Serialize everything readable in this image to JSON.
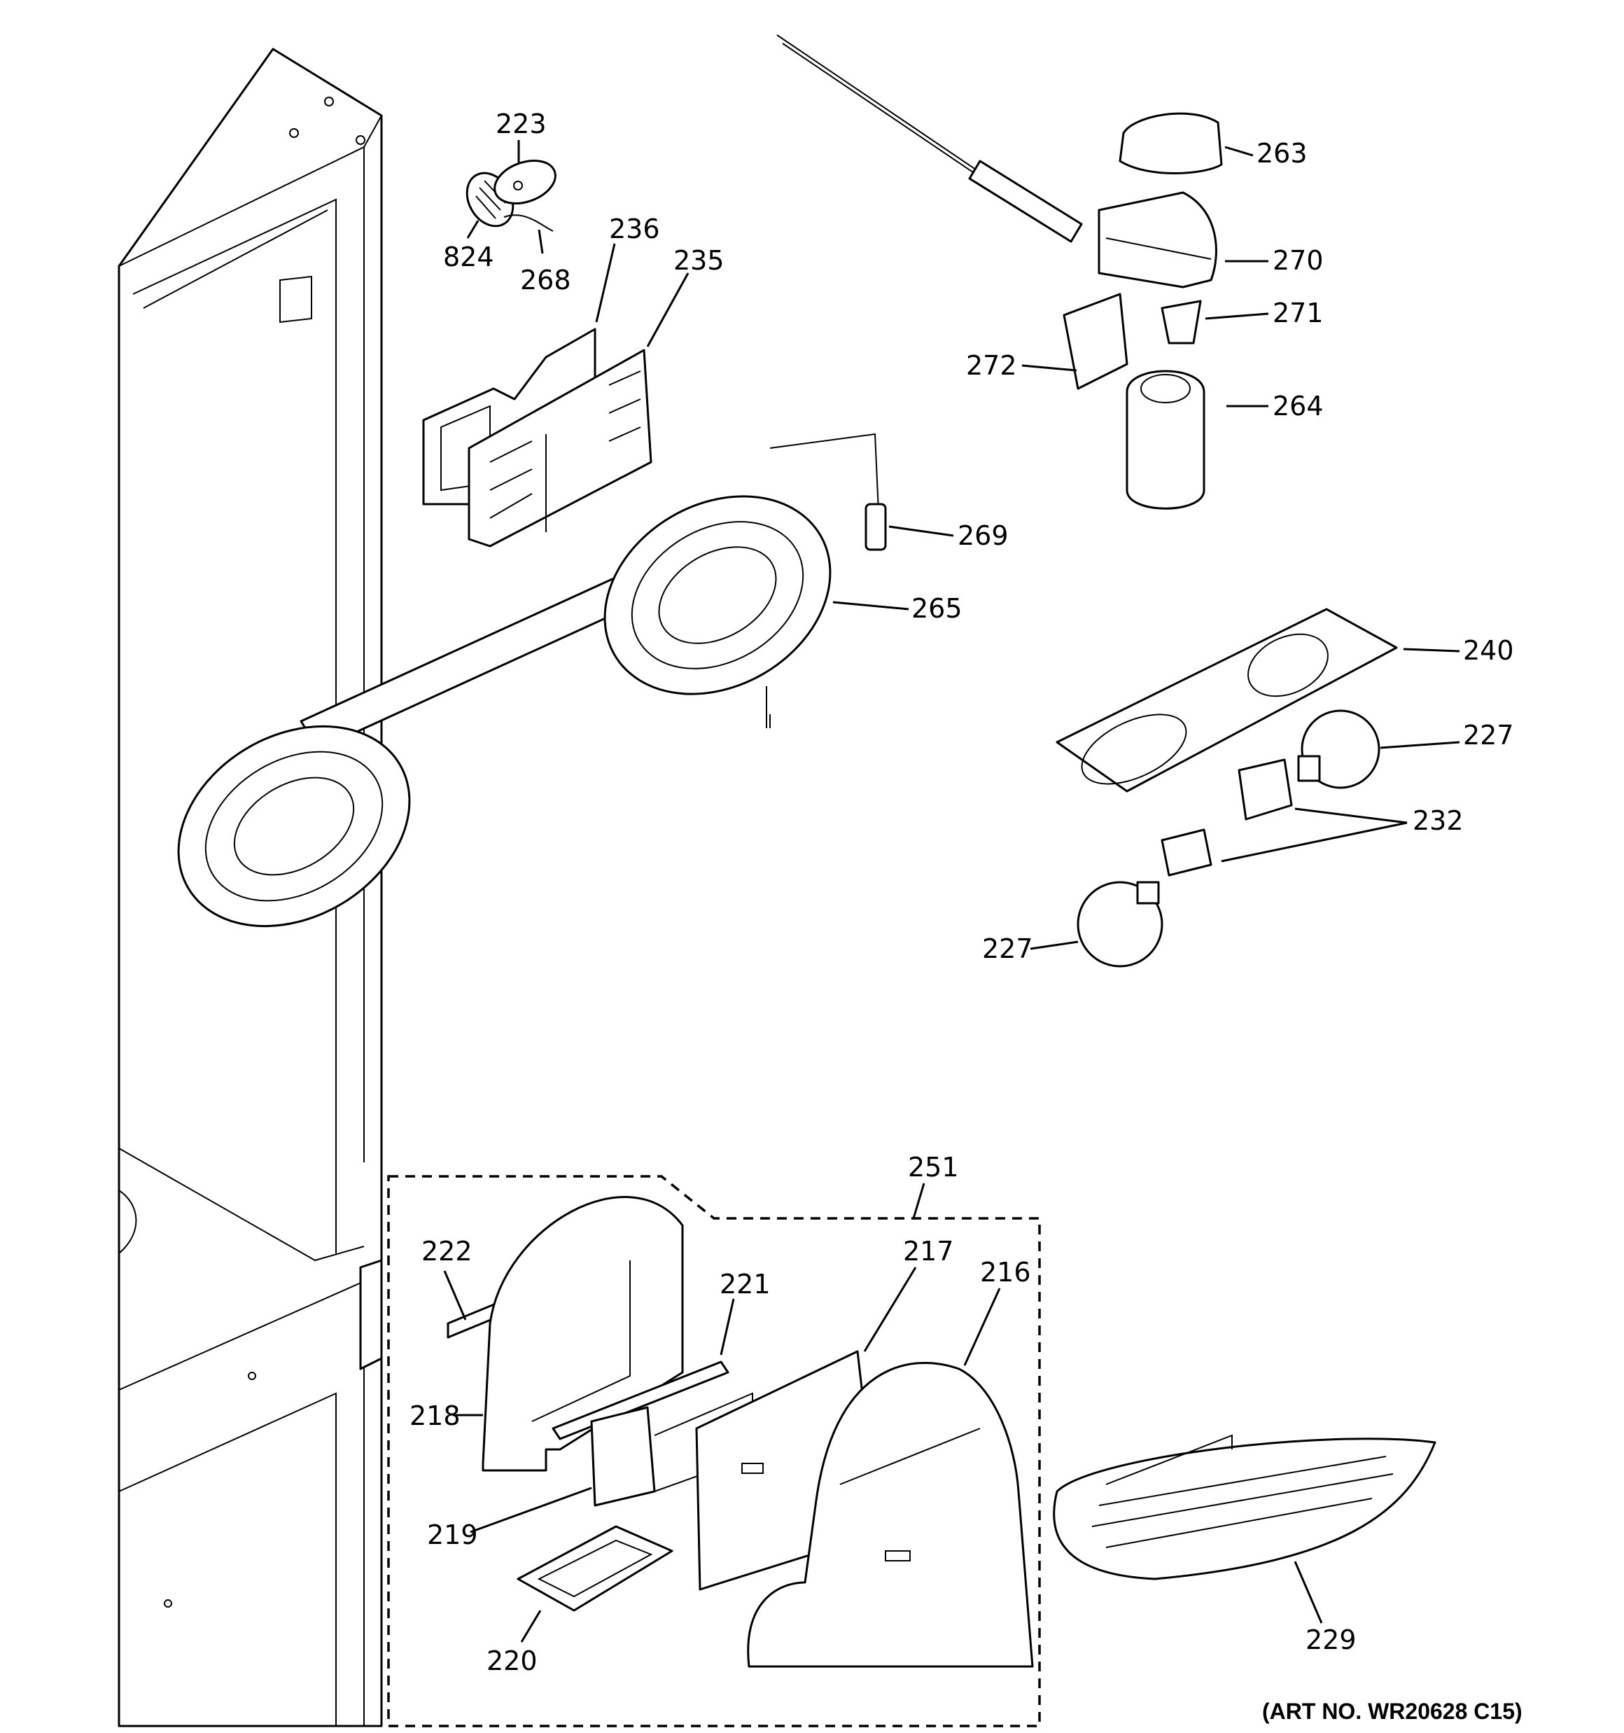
{
  "diagram": {
    "labels": {
      "p223": "223",
      "p824": "824",
      "p268": "268",
      "p236": "236",
      "p235": "235",
      "p263": "263",
      "p270": "270",
      "p271": "271",
      "p272": "272",
      "p264": "264",
      "p269": "269",
      "p265": "265",
      "p240": "240",
      "p227a": "227",
      "p232": "232",
      "p227b": "227",
      "p251": "251",
      "p222": "222",
      "p221": "221",
      "p217": "217",
      "p216": "216",
      "p218": "218",
      "p219": "219",
      "p220": "220",
      "p229": "229"
    },
    "art_number": "(ART NO. WR20628 C15)"
  }
}
